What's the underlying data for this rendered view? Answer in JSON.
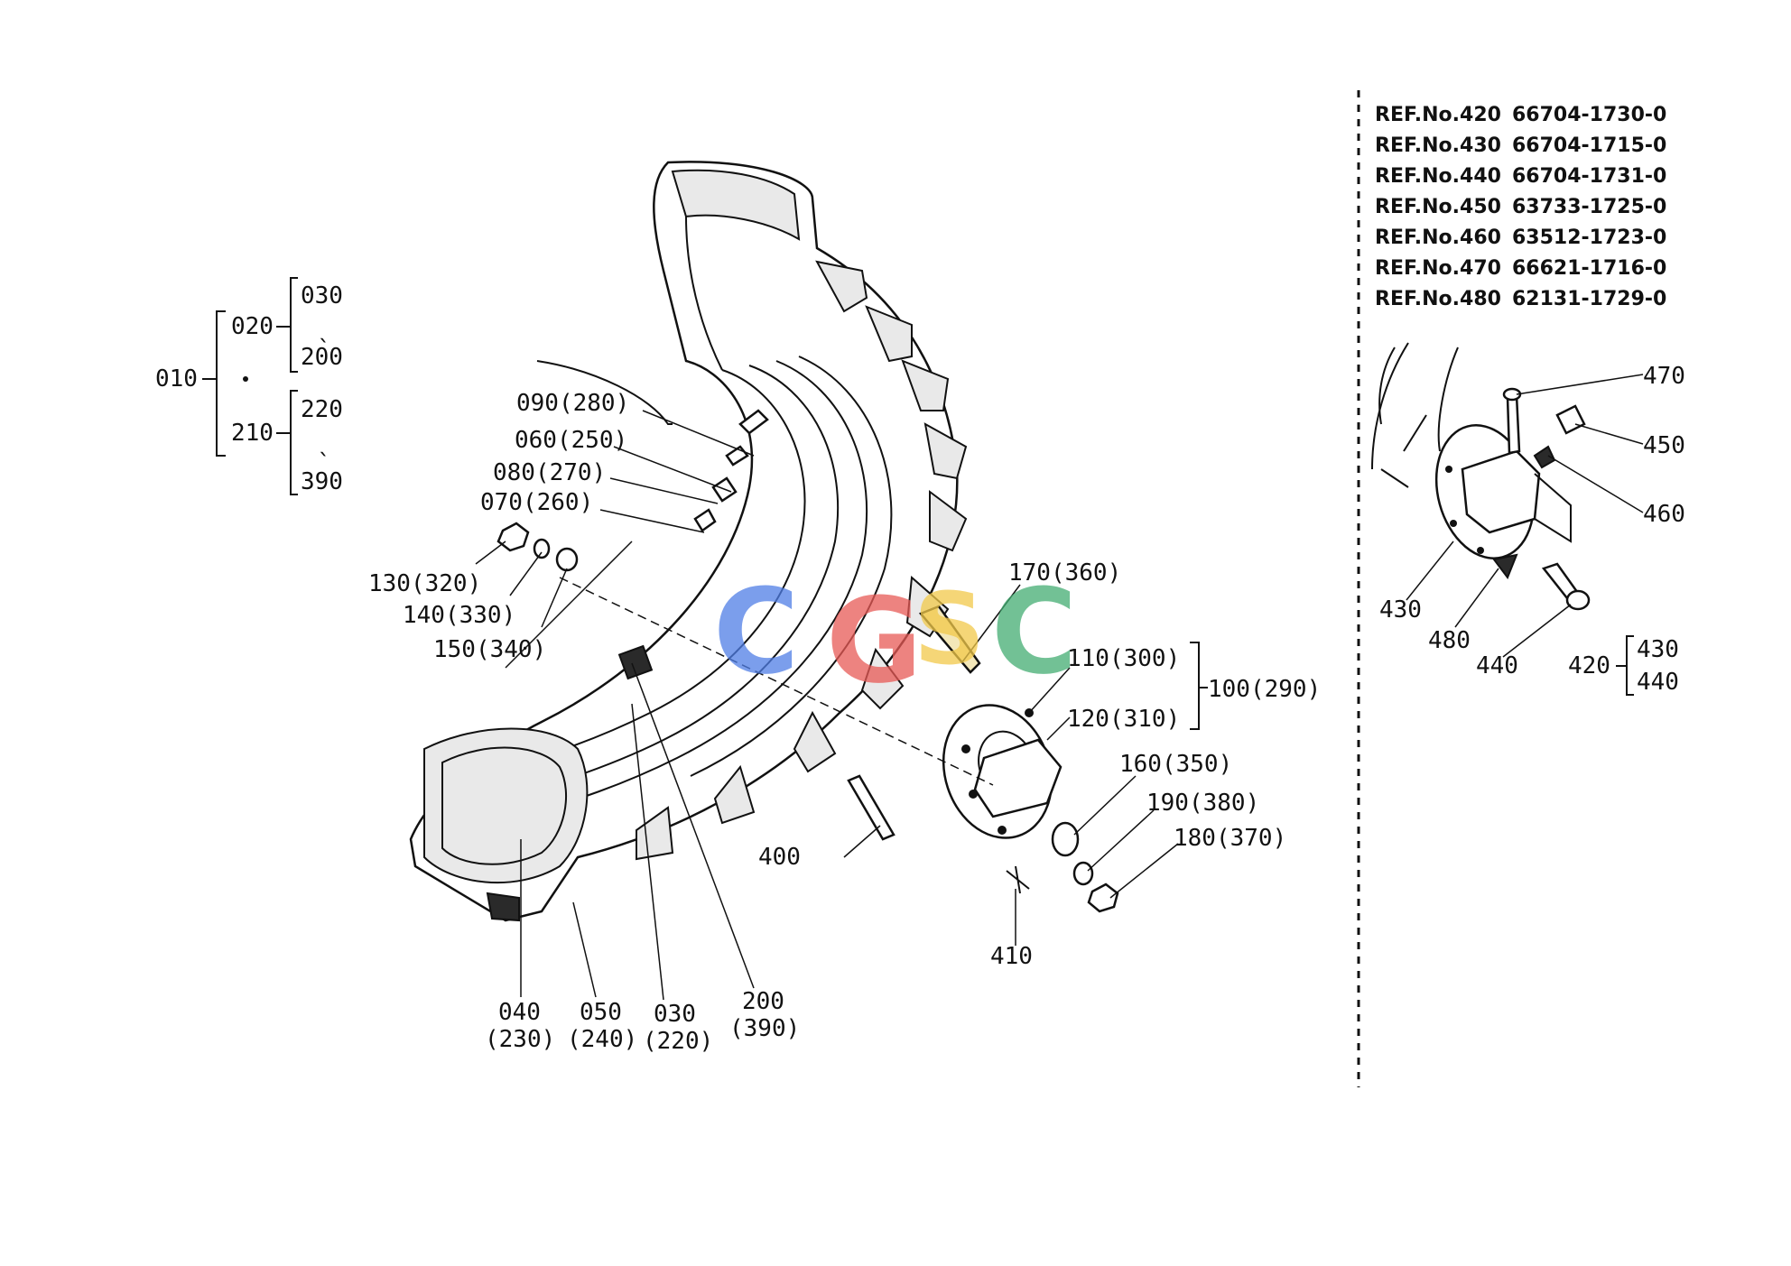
{
  "tree": {
    "root": "010",
    "group1": {
      "label": "020",
      "top": "030",
      "bottom": "200"
    },
    "group2": {
      "label": "210",
      "top": "220",
      "bottom": "390"
    }
  },
  "callouts": {
    "c090": "090(280)",
    "c060": "060(250)",
    "c080": "080(270)",
    "c070": "070(260)",
    "c130": "130(320)",
    "c140": "140(330)",
    "c150": "150(340)",
    "c170": "170(360)",
    "c110": "110(300)",
    "c120": "120(310)",
    "c100": "100(290)",
    "c160": "160(350)",
    "c190": "190(380)",
    "c180": "180(370)",
    "c400": "400",
    "c410": "410"
  },
  "bottom_labels": {
    "b040": {
      "top": "040",
      "bottom": "(230)"
    },
    "b050": {
      "top": "050",
      "bottom": "(240)"
    },
    "b030": {
      "top": "030",
      "bottom": "(220)"
    },
    "b200": {
      "top": "200",
      "bottom": "(390)"
    }
  },
  "references": [
    {
      "ref": "REF.No.420",
      "part": "66704-1730-0"
    },
    {
      "ref": "REF.No.430",
      "part": "66704-1715-0"
    },
    {
      "ref": "REF.No.440",
      "part": "66704-1731-0"
    },
    {
      "ref": "REF.No.450",
      "part": "63733-1725-0"
    },
    {
      "ref": "REF.No.460",
      "part": "63512-1723-0"
    },
    {
      "ref": "REF.No.470",
      "part": "66621-1716-0"
    },
    {
      "ref": "REF.No.480",
      "part": "62131-1729-0"
    }
  ],
  "inset": {
    "c470": "470",
    "c450": "450",
    "c460": "460",
    "c430": "430",
    "c480": "480",
    "c440": "440",
    "c420": "420",
    "sub_top": "430",
    "sub_bottom": "440"
  },
  "watermark": {
    "letters": [
      "C",
      "G",
      "S",
      "C"
    ],
    "colors": [
      "#4f7ee6",
      "#e85a56",
      "#f2c94a",
      "#43ad72"
    ]
  }
}
